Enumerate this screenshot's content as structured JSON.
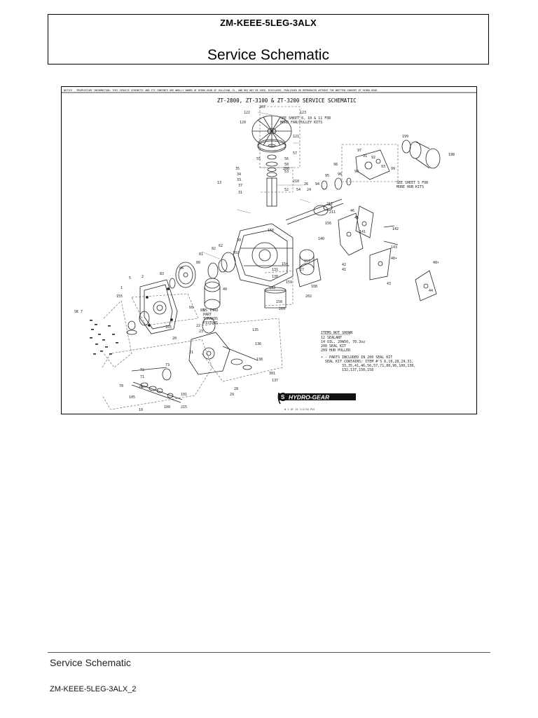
{
  "header": {
    "code": "ZM-KEEE-5LEG-3ALX",
    "title": "Service Schematic"
  },
  "schematic": {
    "notice": "NOTICE - PROPRIETARY INFORMATION: THIS SERVICE SCHEMATIC AND ITS CONTENTS ARE WHOLLY OWNED OF HYDRO-GEAR OF SULLIVAN, IL, AND MAY NOT BE USED, DISCLOSED, PUBLISHED OR REPRODUCED WITHOUT THE WRITTEN CONSENT OF HYDRO-GEAR.",
    "title": "ZT-2800, ZT-3100 & ZT-3200 SERVICE SCHEMATIC",
    "note_fan": [
      "SEE SHEET 6, 10 & 11 FOR",
      "MORE FAN/PULLEY KITS"
    ],
    "note_hub": [
      "SEE SHEET 5 FOR",
      "MORE HUB KITS"
    ],
    "note_piston": [
      "85 THRU",
      "PART",
      "TORAKOS",
      "PISTONS"
    ],
    "items_not_shown": {
      "heading": "ITEMS NOT SHOWN",
      "lines": [
        "12 SEALANT",
        "14 OIL, 20W50, 70.3oz",
        "200 SEAL KIT",
        "209 HUB PULLER"
      ]
    },
    "parts_note": [
      "• - PARTS INCLUDED IN 200 SEAL KIT",
      "SEAL KIT CONTAINS: ITEM #'S 6,10,28,29,31,",
      "33,35,41,46,56,57,71,80,96,100,130,",
      "132,137,150,158"
    ],
    "brand": "HYDRO-GEAR",
    "brand_mark": "S",
    "sheet_info": "# 1 OF 15      7/2/10      PSS",
    "labels": [
      "207",
      "122",
      "123",
      "120",
      "121",
      "57",
      "55",
      "56",
      "58",
      "53",
      "52",
      "210",
      "54",
      "35",
      "34",
      "33",
      "37",
      "31",
      "13",
      "24",
      "26",
      "212",
      "211",
      "46",
      "45",
      "42",
      "41",
      "62",
      "160",
      "81",
      "82",
      "80",
      "83",
      "84",
      "85",
      "60",
      "40",
      "30",
      "102",
      "131",
      "130",
      "133",
      "150",
      "136",
      "138",
      "135",
      "203",
      "301",
      "27",
      "28",
      "29",
      "23",
      "22",
      "21",
      "20",
      "73",
      "72",
      "71",
      "70",
      "74",
      "101",
      "100",
      "105",
      "215",
      "10",
      "155",
      "165",
      "108",
      "154",
      "SK 7",
      "5",
      "2",
      "1",
      "202",
      "137",
      "94",
      "95",
      "96",
      "97",
      "98",
      "99",
      "140",
      "142",
      "143",
      "44",
      "43",
      "141",
      "90",
      "91",
      "92",
      "93",
      "199",
      "198",
      "156",
      "157",
      "159",
      "40•",
      "48•",
      "200"
    ]
  }
}
